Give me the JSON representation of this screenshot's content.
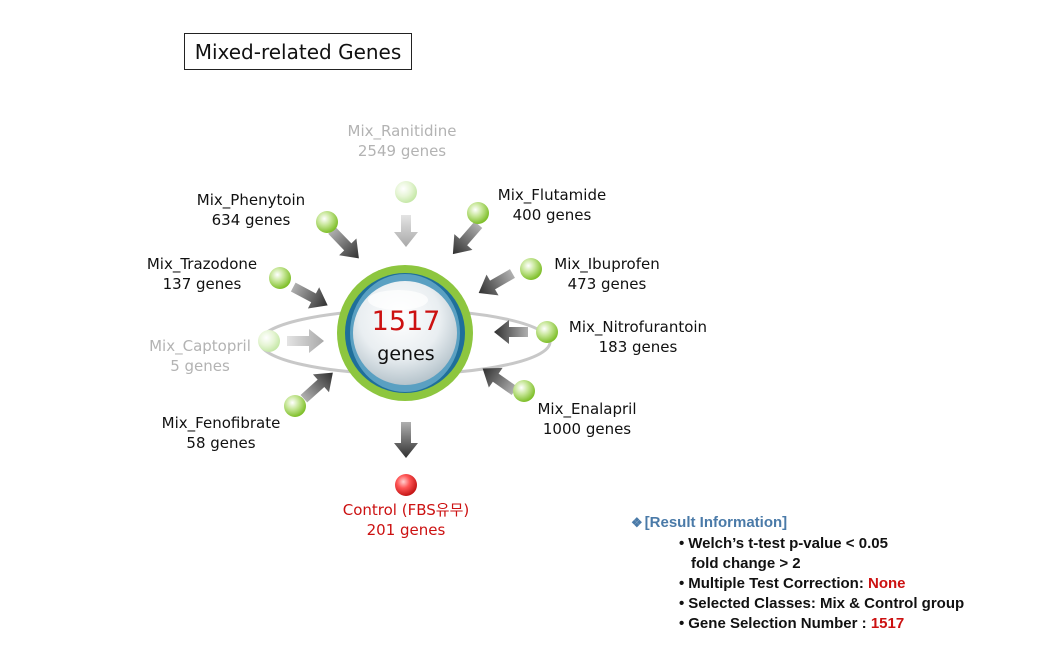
{
  "title": "Mixed-related Genes",
  "center": {
    "count": "1517",
    "unit": "genes"
  },
  "nodes": [
    {
      "id": "ranitidine",
      "name": "Mix_Ranitidine",
      "genes": "2549 genes",
      "faded": true
    },
    {
      "id": "flutamide",
      "name": "Mix_Flutamide",
      "genes": "400 genes",
      "faded": false
    },
    {
      "id": "phenytoin",
      "name": "Mix_Phenytoin",
      "genes": "634 genes",
      "faded": false
    },
    {
      "id": "ibuprofen",
      "name": "Mix_Ibuprofen",
      "genes": "473 genes",
      "faded": false
    },
    {
      "id": "trazodone",
      "name": "Mix_Trazodone",
      "genes": "137 genes",
      "faded": false
    },
    {
      "id": "nitrofurantoin",
      "name": "Mix_Nitrofurantoin",
      "genes": "183 genes",
      "faded": false
    },
    {
      "id": "captopril",
      "name": "Mix_Captopril",
      "genes": "5 genes",
      "faded": true
    },
    {
      "id": "enalapril",
      "name": "Mix_Enalapril",
      "genes": "1000 genes",
      "faded": false
    },
    {
      "id": "fenofibrate",
      "name": "Mix_Fenofibrate",
      "genes": "58 genes",
      "faded": false
    }
  ],
  "control": {
    "name": "Control (FBS유무)",
    "genes": "201 genes"
  },
  "result_info": {
    "header": "[Result Information]",
    "items": [
      {
        "text": "Welch’s t-test p-value < 0.05",
        "highlight": ""
      },
      {
        "text": "fold change > 2",
        "highlight": "",
        "indent": true
      },
      {
        "text": "Multiple Test Correction: ",
        "highlight": "None"
      },
      {
        "text": "Selected Classes: Mix & Control group",
        "highlight": ""
      },
      {
        "text": "Gene Selection Number : ",
        "highlight": "1517"
      }
    ]
  },
  "colors": {
    "accent_red": "#cc1111",
    "node_green": "#8cc63f",
    "ring_green": "#7cbf1e",
    "ring_blue": "#1f6f9a",
    "header_blue": "#4a7aa8"
  }
}
